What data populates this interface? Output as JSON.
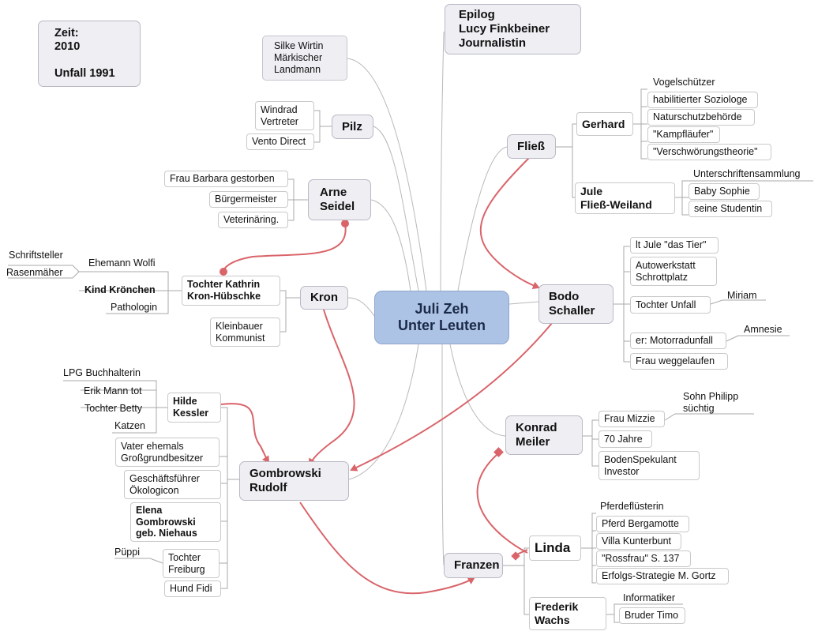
{
  "center": {
    "line1": "Juli  Zeh",
    "line2": "Unter Leuten"
  },
  "zeit": {
    "line1": "Zeit:",
    "line2": "2010",
    "line3": "Unfall 1991"
  },
  "epilog": {
    "line1": "Epilog",
    "line2": "Lucy Finkbeiner",
    "line3": "Journalistin"
  },
  "silke": {
    "line1": "Silke Wirtin",
    "line2": "Märkischer",
    "line3": "Landmann"
  },
  "pilz": {
    "label": "Pilz",
    "windrad1": "Windrad",
    "windrad2": "Vertreter",
    "vento": "Vento Direct"
  },
  "arne": {
    "line1": "Arne",
    "line2": "Seidel",
    "barbara": "Frau Barbara gestorben",
    "buergermeister": "Bürgermeister",
    "veterinaer": "Veterinäring."
  },
  "kron": {
    "label": "Kron",
    "kathrin1": "Tochter Kathrin",
    "kathrin2": "Kron-Hübschke",
    "ehemann": "Ehemann Wolfi",
    "schriftsteller": "Schriftsteller",
    "rasenmaeher": "Rasenmäher",
    "kroenchen": "Kind Krönchen",
    "pathologin": "Pathologin",
    "kleinbauer1": "Kleinbauer",
    "kleinbauer2": "Kommunist"
  },
  "gombrowski": {
    "line1": "Gombrowski",
    "line2": "Rudolf",
    "hilde1": "Hilde",
    "hilde2": "Kessler",
    "lpg": "LPG Buchhalterin",
    "erik": "Erik Mann tot",
    "betty": "Tochter Betty",
    "katzen": "Katzen",
    "vater1": "Vater ehemals",
    "vater2": "Großgrundbesitzer",
    "gf1": "Geschäftsführer",
    "gf2": "Ökologicon",
    "elena1": "Elena",
    "elena2": "Gombrowski",
    "elena3": "geb. Niehaus",
    "pueppi": "Püppi",
    "tochter1": "Tochter",
    "tochter2": "Freiburg",
    "hund": "Hund Fidi"
  },
  "fliess": {
    "label": "Fließ",
    "gerhard": "Gerhard",
    "vogel": "Vogelschützer",
    "habil": "habilitierter Soziologe",
    "natur": "Naturschutzbehörde",
    "kampf": "\"Kampfläufer\"",
    "versch": "\"Verschwörungstheorie\"",
    "jule1": "Jule",
    "jule2": "Fließ-Weiland",
    "unterschriften": "Unterschriftensammlung",
    "baby": "Baby Sophie",
    "studentin": "seine Studentin"
  },
  "bodo": {
    "line1": "Bodo",
    "line2": "Schaller",
    "tier": "lt Jule \"das Tier\"",
    "auto1": "Autowerkstatt",
    "auto2": "Schrottplatz",
    "unfall": "Tochter  Unfall",
    "miriam": "Miriam",
    "motorrad": "er: Motorradunfall",
    "amnesie": "Amnesie",
    "frau": "Frau weggelaufen"
  },
  "konrad": {
    "line1": "Konrad",
    "line2": "Meiler",
    "mizzie": "Frau Mizzie",
    "sohn1": "Sohn Philipp",
    "sohn2": "süchtig",
    "jahre": "70 Jahre",
    "boden1": "BodenSpekulant",
    "boden2": "Investor"
  },
  "franzen": {
    "label": "Franzen",
    "linda": "Linda",
    "pferdefl": "Pferdeflüsterin",
    "bergamotte": "Pferd Bergamotte",
    "kunterbunt": "Villa Kunterbunt",
    "rossfrau": "\"Rossfrau\" S. 137",
    "erfolg": "Erfolgs-Strategie M. Gortz",
    "frederik1": "Frederik",
    "frederik2": "Wachs",
    "informatiker": "Informatiker",
    "timo": "Bruder Timo"
  }
}
